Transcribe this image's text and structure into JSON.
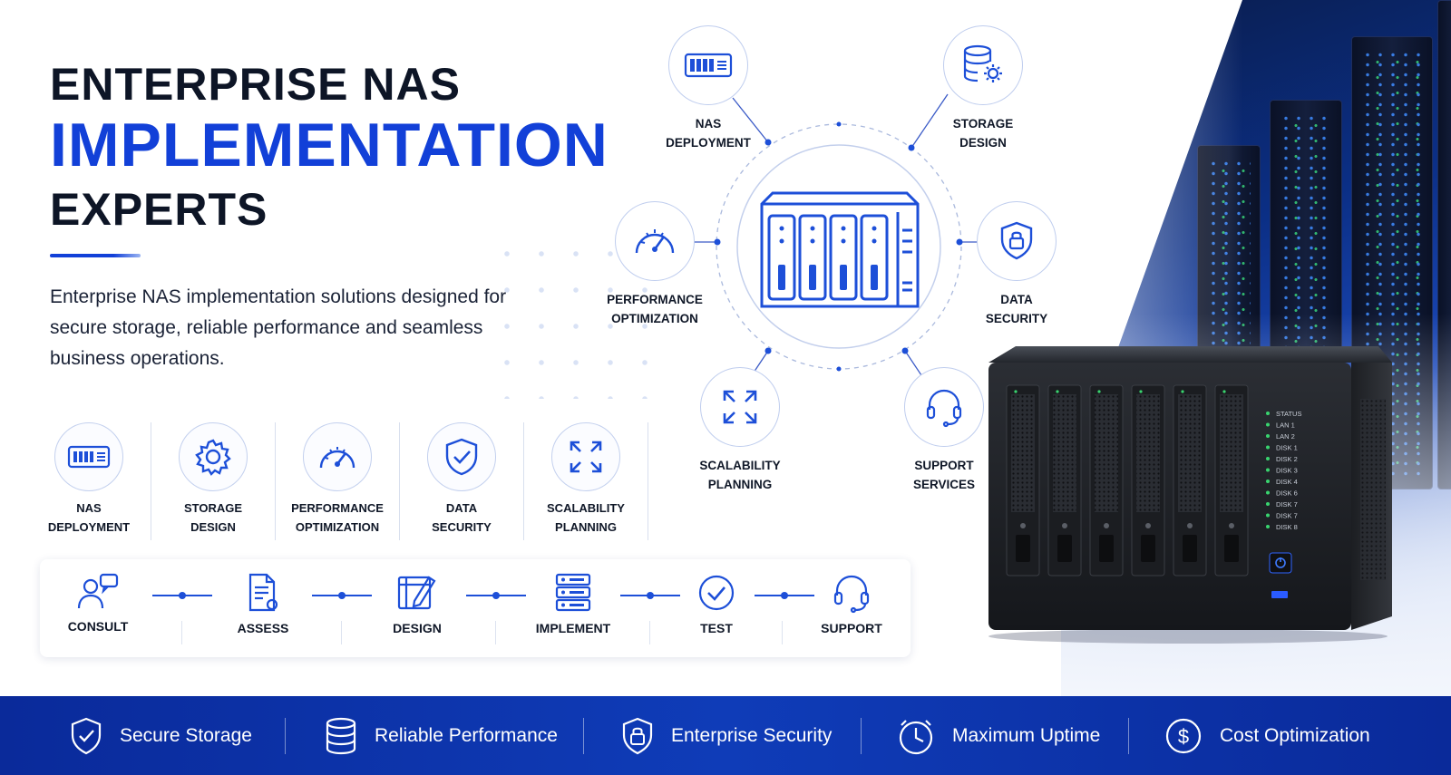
{
  "headline": {
    "line1": "ENTERPRISE NAS",
    "line2": "IMPLEMENTATION",
    "line3": "EXPERTS"
  },
  "lead": "Enterprise NAS implementation solutions designed for secure storage, reliable performance and seamless business operations.",
  "services": [
    {
      "icon": "nas-server-icon",
      "line1": "NAS",
      "line2": "DEPLOYMENT"
    },
    {
      "icon": "gear-icon",
      "line1": "STORAGE",
      "line2": "DESIGN"
    },
    {
      "icon": "speedometer-icon",
      "line1": "PERFORMANCE",
      "line2": "OPTIMIZATION"
    },
    {
      "icon": "shield-check-icon",
      "line1": "DATA",
      "line2": "SECURITY"
    },
    {
      "icon": "expand-arrows-icon",
      "line1": "SCALABILITY",
      "line2": "PLANNING"
    }
  ],
  "process": [
    {
      "icon": "user-chat-icon",
      "label": "CONSULT"
    },
    {
      "icon": "document-icon",
      "label": "ASSESS"
    },
    {
      "icon": "blueprint-pencil-icon",
      "label": "DESIGN"
    },
    {
      "icon": "server-stack-icon",
      "label": "IMPLEMENT"
    },
    {
      "icon": "check-circle-icon",
      "label": "TEST"
    },
    {
      "icon": "headset-icon",
      "label": "SUPPORT"
    }
  ],
  "hub": {
    "center_icon": "nas-enclosure-icon",
    "nodes": [
      {
        "icon": "nas-server-icon",
        "line1": "NAS",
        "line2": "DEPLOYMENT"
      },
      {
        "icon": "database-gear-icon",
        "line1": "STORAGE",
        "line2": "DESIGN"
      },
      {
        "icon": "speedometer-icon",
        "line1": "PERFORMANCE",
        "line2": "OPTIMIZATION"
      },
      {
        "icon": "shield-lock-icon",
        "line1": "DATA",
        "line2": "SECURITY"
      },
      {
        "icon": "expand-arrows-icon",
        "line1": "SCALABILITY",
        "line2": "PLANNING"
      },
      {
        "icon": "headset-icon",
        "line1": "SUPPORT",
        "line2": "SERVICES"
      }
    ]
  },
  "nas_device": {
    "status_labels": [
      "STATUS",
      "LAN 1",
      "LAN 2",
      "DISK 1",
      "DISK 2",
      "DISK 3",
      "DISK 4",
      "DISK 6",
      "DISK 7",
      "DISK 7",
      "DISK 8"
    ]
  },
  "banner": [
    {
      "icon": "shield-check-icon",
      "label": "Secure Storage"
    },
    {
      "icon": "database-icon",
      "label": "Reliable Performance"
    },
    {
      "icon": "shield-lock-icon",
      "label": "Enterprise Security"
    },
    {
      "icon": "clock-icon",
      "label": "Maximum Uptime"
    },
    {
      "icon": "dollar-circle-icon",
      "label": "Cost Optimization"
    }
  ],
  "colors": {
    "brand_blue": "#1240d8",
    "dark_text": "#0d1526",
    "banner_blue": "#0f3cb8"
  }
}
